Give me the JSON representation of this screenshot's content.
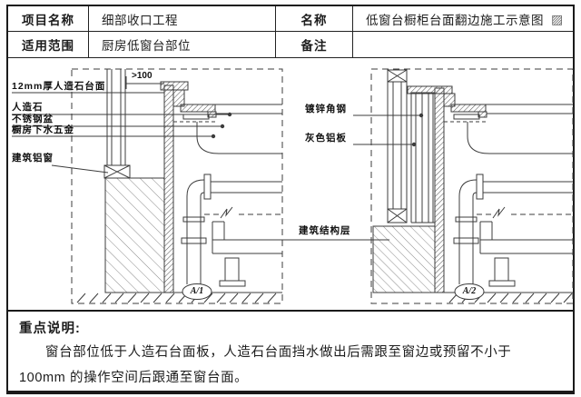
{
  "header_table": {
    "project_label": "项目名称",
    "project_value": "细部收口工程",
    "name_label": "名称",
    "name_value": "低窗台橱柜台面翻边施工示意图",
    "scope_label": "适用范围",
    "scope_value": "厨房低窗台部位",
    "remark_label": "备注",
    "remark_value": ""
  },
  "drawings": {
    "left": {
      "dim_text": ">100",
      "label_countertop": "12mm厚人造石台面",
      "label_stone": "人造石",
      "label_sink": "不锈钢盆",
      "label_drain": "橱房下水五金",
      "label_window": "建筑铝窗",
      "tag": "A/1"
    },
    "right": {
      "label_angle": "镀锌角钢",
      "label_plate": "灰色铝板",
      "tag": "A/2"
    },
    "label_structure": "建筑结构层"
  },
  "notes": {
    "title": "重点说明:",
    "body": "窗台部位低于人造石台面板，人造石台面挡水做出后需跟至窗边或预留不小于 100mm 的操作空间后跟通至窗台面。"
  },
  "icons": {
    "title_placeholder": "▨"
  },
  "colors": {
    "line": "#3c3c3c",
    "border": "#1a1a1a",
    "hatch": "#6e6e6e"
  }
}
